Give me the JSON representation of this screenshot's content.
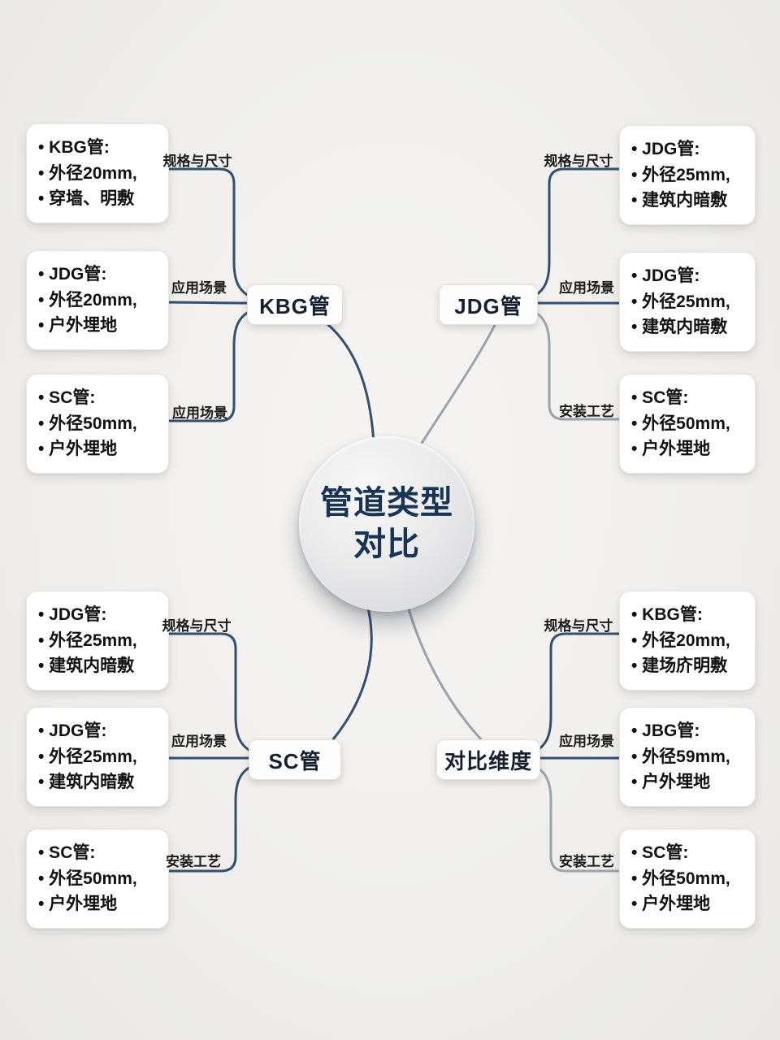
{
  "center": {
    "line1": "管道类型",
    "line2": "对比"
  },
  "colors": {
    "line_primary": "#31506e",
    "line_secondary": "#9aa3ac",
    "center_text": "#173356",
    "background": "#f0efed",
    "card_background": "#ffffff"
  },
  "groups": [
    {
      "branch": "KBG管",
      "items": [
        {
          "edge": "规格与尺寸",
          "lines": [
            "• KBG管:",
            "• 外径20mm,",
            "• 穿墙、明敷"
          ]
        },
        {
          "edge": "应用场景",
          "lines": [
            "• JDG管:",
            "• 外径20mm,",
            "• 户外埋地"
          ]
        },
        {
          "edge": "应用场景",
          "lines": [
            "• SC管:",
            "• 外径50mm,",
            "• 户外埋地"
          ]
        }
      ]
    },
    {
      "branch": "JDG管",
      "items": [
        {
          "edge": "规格与尺寸",
          "lines": [
            "• JDG管:",
            "• 外径25mm,",
            "• 建筑内暗敷"
          ]
        },
        {
          "edge": "应用场景",
          "lines": [
            "• JDG管:",
            "• 外径25mm,",
            "• 建筑内暗敷"
          ]
        },
        {
          "edge": "安装工艺",
          "lines": [
            "• SC管:",
            "• 外径50mm,",
            "• 户外埋地"
          ]
        }
      ]
    },
    {
      "branch": "SC管",
      "items": [
        {
          "edge": "规格与尺寸",
          "lines": [
            "• JDG管:",
            "• 外径25mm,",
            "• 建筑内暗敷"
          ]
        },
        {
          "edge": "应用场景",
          "lines": [
            "• JDG管:",
            "• 外径25mm,",
            "• 建筑内暗敷"
          ]
        },
        {
          "edge": "安装工艺",
          "lines": [
            "• SC管:",
            "• 外径50mm,",
            "• 户外埋地"
          ]
        }
      ]
    },
    {
      "branch": "对比维度",
      "items": [
        {
          "edge": "规格与尺寸",
          "lines": [
            "• KBG管:",
            "• 外径20mm,",
            "• 建场庎明敷"
          ]
        },
        {
          "edge": "应用场景",
          "lines": [
            "• JBG管:",
            "• 外径59mm,",
            "• 户外埋地"
          ]
        },
        {
          "edge": "安装工艺",
          "lines": [
            "• SC管:",
            "• 外径50mm,",
            "• 户外埋地"
          ]
        }
      ]
    }
  ]
}
